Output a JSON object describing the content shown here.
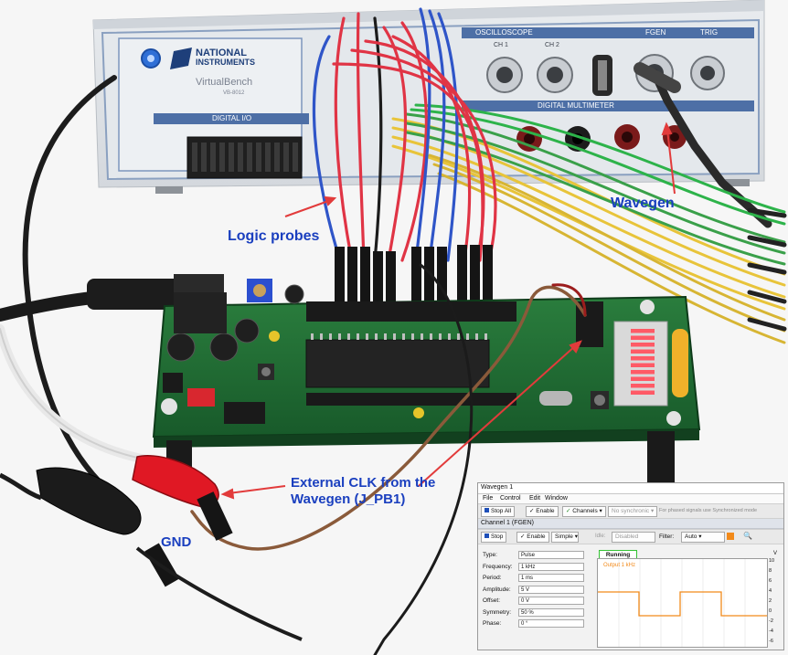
{
  "labels": {
    "logic_probes": "Logic probes",
    "wavegen": "Wavegen",
    "ext_clk_line1": "External CLK from the",
    "ext_clk_line2": "Wavegen (J_PB1)",
    "gnd": "GND"
  },
  "instrument": {
    "brand_line1": "NATIONAL",
    "brand_line2": "INSTRUMENTS",
    "model": "VirtualBench",
    "model_sub": "VB-8012",
    "digital_io": "DIGITAL I/O",
    "oscilloscope": "OSCILLOSCOPE",
    "ch1": "CH 1",
    "ch2": "CH 2",
    "fgen": "FGEN",
    "trig": "TRIG",
    "dmm": "DIGITAL MULTIMETER"
  },
  "board": {
    "bargraph_segments": 10
  },
  "wavegen_window": {
    "title": "Wavegen 1",
    "menu": [
      "File",
      "Control",
      "Edit",
      "Window"
    ],
    "toolbar": {
      "stop_all": "Stop All",
      "enable": "Enable",
      "channels": "Channels",
      "sync": "No synchronic",
      "note": "For phased signals use Synchronized mode"
    },
    "channel": {
      "header": "Channel 1 (FGEN)",
      "stop": "Stop",
      "enable": "Enable",
      "mode": "Simple",
      "idle_label": "Idle:",
      "idle_value": "Disabled",
      "filter_label": "Filter:",
      "filter_value": "Auto"
    },
    "params": [
      {
        "label": "Type:",
        "value": "Pulse"
      },
      {
        "label": "Frequency:",
        "value": "1 kHz"
      },
      {
        "label": "Period:",
        "value": "1 ms"
      },
      {
        "label": "Amplitude:",
        "value": "5 V"
      },
      {
        "label": "Offset:",
        "value": "0 V"
      },
      {
        "label": "Symmetry:",
        "value": "50 %"
      },
      {
        "label": "Phase:",
        "value": "0 °"
      }
    ],
    "status": "Running",
    "plot_legend": "Output 1 kHz",
    "y_unit": "V",
    "y_ticks": [
      "10",
      "8",
      "6",
      "4",
      "2",
      "0",
      "-2",
      "-4",
      "-6"
    ]
  },
  "colors": {
    "annotation_text": "#1a3fbf",
    "arrow": "#e23b3b",
    "pcb_green": "#1f6b33",
    "led_red": "#ff5a66",
    "running_border": "#34c234",
    "waveform": "#f28a1a"
  }
}
